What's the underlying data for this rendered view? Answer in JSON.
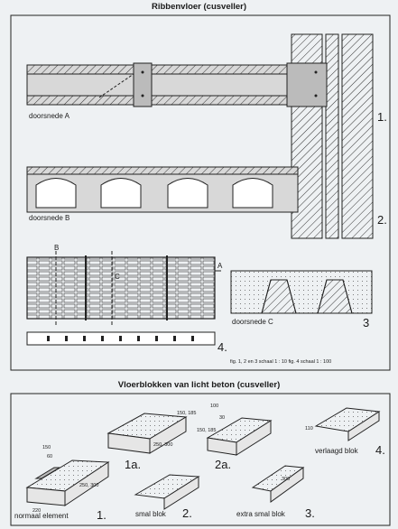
{
  "top_title": "Ribbenvloer (cusveller)",
  "bottom_title": "Vloerblokken van licht beton (cusveller)",
  "section_a": {
    "caption": "doorsnede A",
    "number": "1."
  },
  "section_b": {
    "caption": "doorsnede B",
    "number": "2."
  },
  "plan": {
    "mark_a": "A",
    "mark_b": "B",
    "mark_c": "C"
  },
  "section_c": {
    "caption": "doorsnede C",
    "number": "3"
  },
  "fig4": {
    "number": "4."
  },
  "scale_note": "fig. 1, 2 en 3 schaal 1 : 10   fig. 4 schaal 1 : 100",
  "blocks": {
    "normal": {
      "label": "normaal element",
      "number": "1.",
      "dim_150": "150",
      "dim_60": "60",
      "dim_220": "220",
      "dim_len": "250, 300"
    },
    "variant_1a": {
      "number": "1a.",
      "dim_len": "250, 300",
      "dim_h": "150, 185"
    },
    "variant_2a": {
      "number": "2a.",
      "dim_100": "100",
      "dim_30": "30",
      "dim_h": "150, 185"
    },
    "smal": {
      "label": "smal blok",
      "number": "2."
    },
    "extra_smal": {
      "label": "extra smal blok",
      "number": "3.",
      "dim_300": "300"
    },
    "verlaagd": {
      "label": "verlaagd blok",
      "number": "4.",
      "dim_110": "110"
    }
  }
}
